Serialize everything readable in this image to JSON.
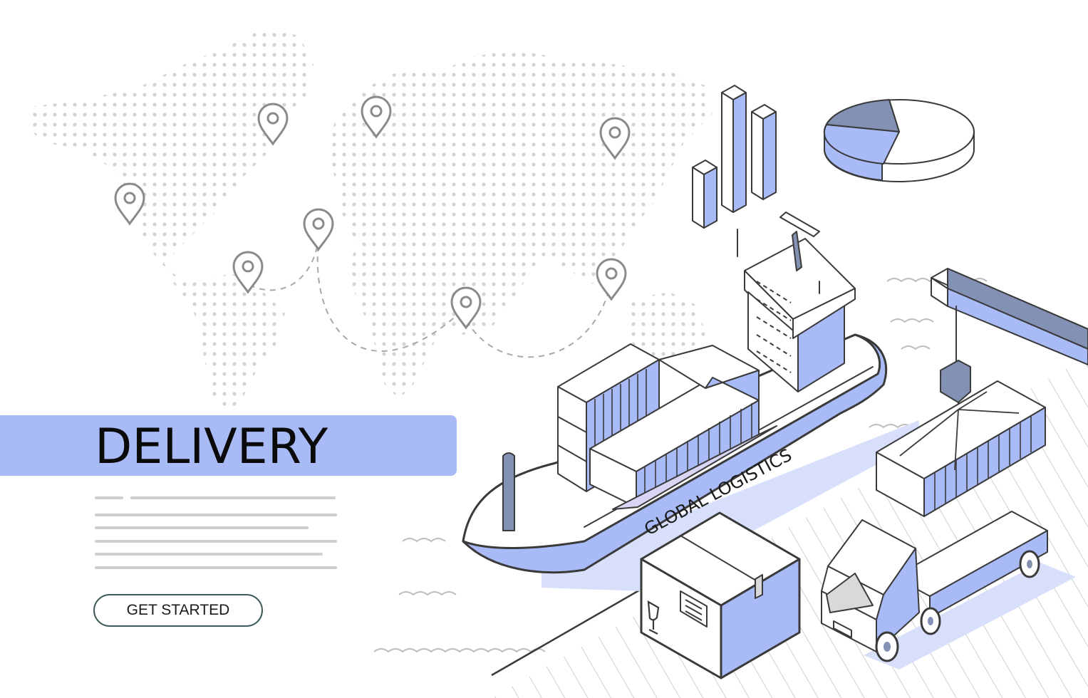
{
  "hero": {
    "title": "DELIVERY",
    "cta_label": "GET STARTED"
  },
  "ship": {
    "hull_text": "GLOBAL LOGISTICS"
  },
  "colors": {
    "accent": "#a9bbf7",
    "accent_dark": "#8391b5",
    "outline": "#3a3a3a",
    "map_dots": "#cfcfcf",
    "button_border": "#3f5a5a"
  },
  "icons": {
    "map_pin": "map-pin-icon",
    "fragile": "wine-glass-icon",
    "label": "shipping-label-icon"
  }
}
